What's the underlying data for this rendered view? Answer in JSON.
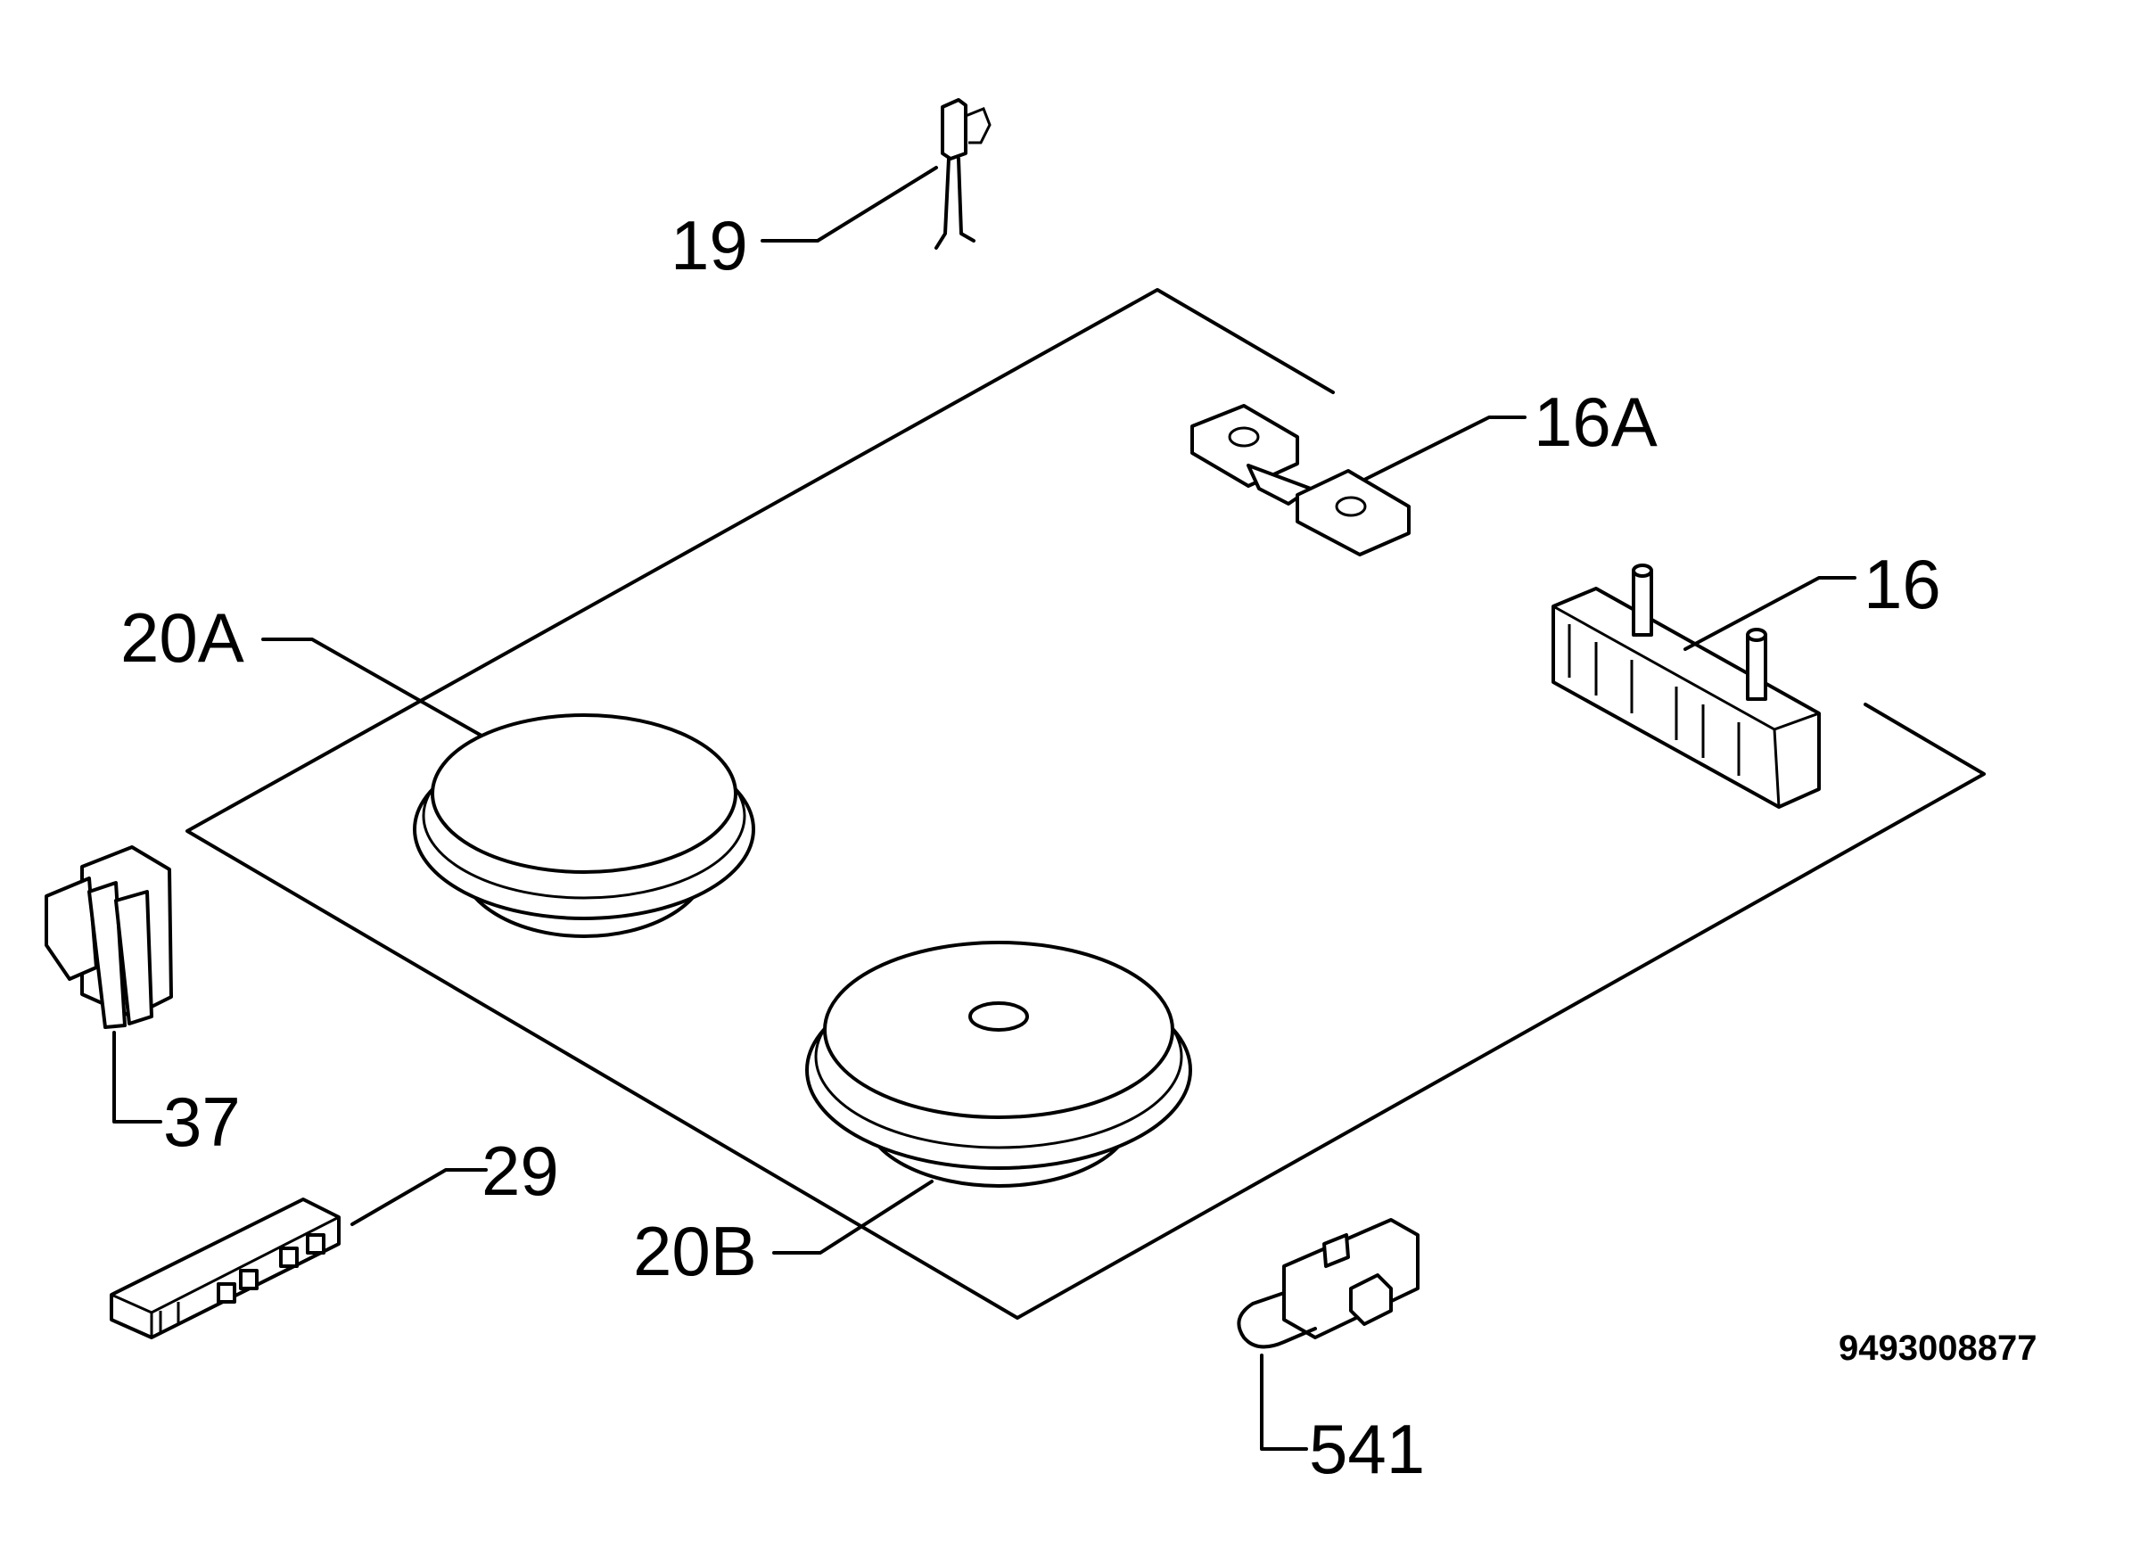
{
  "callouts": {
    "p19": "19",
    "p16a": "16A",
    "p16": "16",
    "p20a": "20A",
    "p20b": "20B",
    "p37": "37",
    "p29": "29",
    "p541": "541"
  },
  "diagram_code": "9493008877"
}
